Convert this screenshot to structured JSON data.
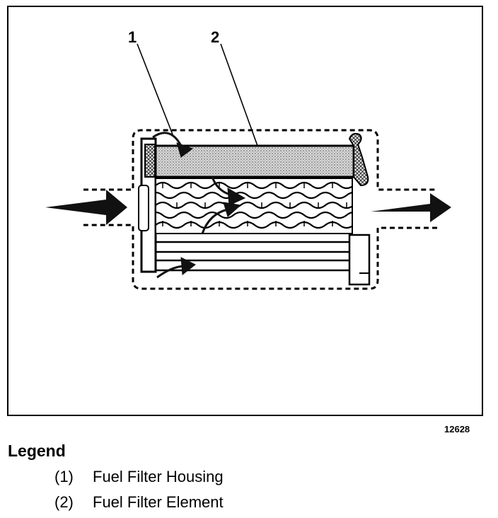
{
  "callouts": [
    "1",
    "2"
  ],
  "figure_number": "12628",
  "legend": {
    "title": "Legend",
    "items": [
      {
        "number": "(1)",
        "label": "Fuel Filter Housing"
      },
      {
        "number": "(2)",
        "label": "Fuel Filter Element"
      }
    ]
  }
}
